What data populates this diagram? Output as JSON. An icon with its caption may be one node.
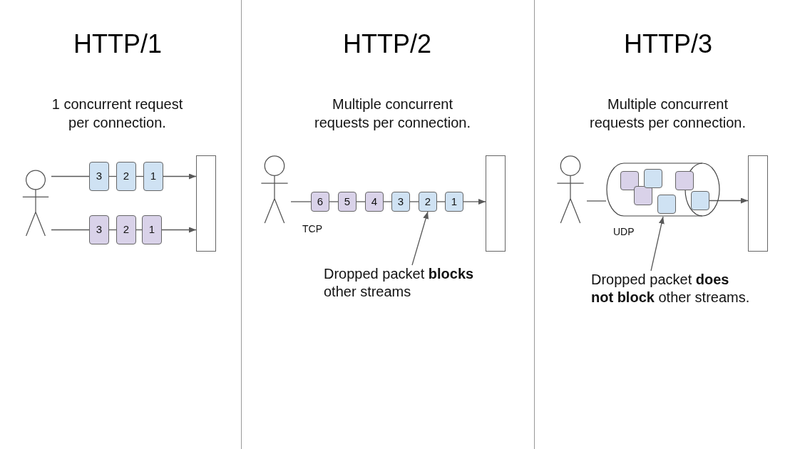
{
  "diagram": {
    "nodes": [
      {
        "text": [],
        "shape": "person"
      },
      {
        "text": [
          "3"
        ]
      },
      {
        "text": [
          "2"
        ]
      },
      {
        "text": [
          "1"
        ]
      },
      {
        "text": [
          "3"
        ]
      },
      {
        "text": [
          "2"
        ]
      },
      {
        "text": [
          "1"
        ]
      },
      {
        "text": [],
        "shape": "box"
      },
      {
        "text": [],
        "shape": "person"
      },
      {
        "text": [
          "6"
        ]
      },
      {
        "text": [
          "5"
        ]
      },
      {
        "text": [
          "4"
        ]
      },
      {
        "text": [
          "3"
        ]
      },
      {
        "text": [
          "2"
        ]
      },
      {
        "text": [
          "1"
        ]
      },
      {
        "text": [],
        "shape": "box"
      },
      {
        "text": [
          "Dropped packet **blocks** other streams"
        ]
      },
      {
        "text": [],
        "shape": "person"
      },
      {
        "text": [],
        "shape": "cylinder"
      },
      {
        "text": [],
        "shape": "box",
        "in": 18
      },
      {
        "text": [],
        "shape": "box",
        "in": 18
      },
      {
        "text": [],
        "shape": "box",
        "in": 18
      },
      {
        "text": [],
        "shape": "box",
        "in": 18
      },
      {
        "text": [],
        "shape": "box",
        "in": 18
      },
      {
        "text": [],
        "shape": "box",
        "in": 18
      },
      {
        "text": [],
        "shape": "box"
      },
      {
        "text": [
          "Dropped packet **does not block** other streams."
        ]
      }
    ],
    "edges": [
      {
        "from": 0,
        "to": 1,
        "arrow": "none"
      },
      {
        "from": 1,
        "to": 2,
        "arrow": "none"
      },
      {
        "from": 2,
        "to": 3,
        "arrow": "none"
      },
      {
        "from": 3,
        "to": 7,
        "arrow": "to"
      },
      {
        "from": 0,
        "to": 4,
        "arrow": "none"
      },
      {
        "from": 4,
        "to": 5,
        "arrow": "none"
      },
      {
        "from": 5,
        "to": 6,
        "arrow": "none"
      },
      {
        "from": 6,
        "to": 7,
        "arrow": "to"
      },
      {
        "from": 8,
        "to": 9,
        "arrow": "none"
      },
      {
        "from": 9,
        "to": 10,
        "arrow": "none"
      },
      {
        "from": 10,
        "to": 11,
        "arrow": "none"
      },
      {
        "from": 11,
        "to": 12,
        "arrow": "none"
      },
      {
        "from": 12,
        "to": 13,
        "arrow": "none"
      },
      {
        "from": 13,
        "to": 14,
        "arrow": "none"
      },
      {
        "from": 14,
        "to": 15,
        "arrow": "to"
      },
      {
        "from": 16,
        "to": 13,
        "arrow": "to"
      },
      {
        "from": 17,
        "to": 18,
        "arrow": "none"
      },
      {
        "from": 24,
        "to": 25,
        "arrow": "to"
      },
      {
        "from": 26,
        "to": 18,
        "arrow": "to"
      }
    ],
    "labels": [
      "HTTP/1",
      "1 concurrent request per connection.",
      "HTTP/2",
      "Multiple concurrent requests per connection.",
      "TCP",
      "HTTP/3",
      "Multiple concurrent requests per connection.",
      "UDP"
    ]
  }
}
